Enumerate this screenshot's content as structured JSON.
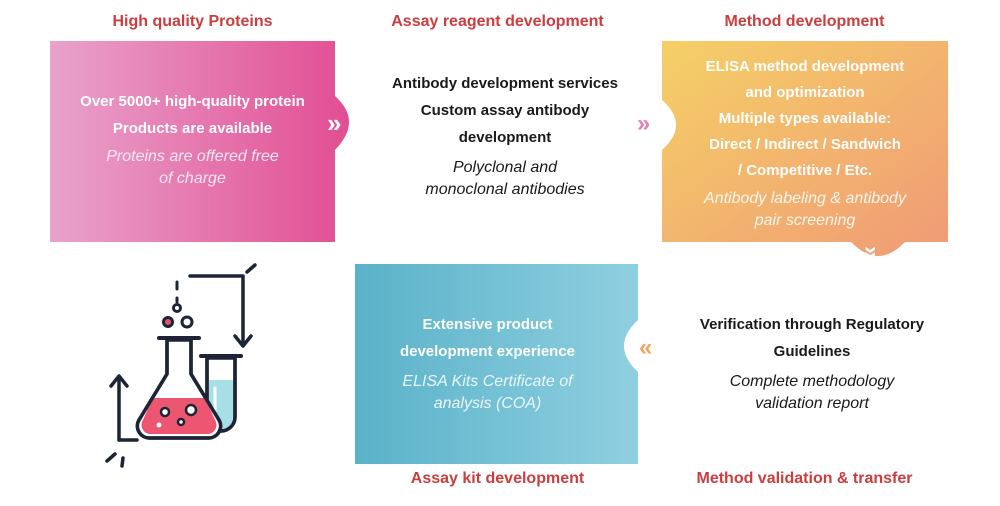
{
  "steps": {
    "protein": {
      "heading": "High quality Proteins",
      "lines": [
        "Over 5000+ high-quality protein",
        "Products  are available"
      ],
      "italic": [
        "Proteins are offered free",
        "of charge"
      ]
    },
    "reagent": {
      "heading": "Assay reagent development",
      "lines": [
        "Antibody development services",
        "Custom assay antibody",
        "development"
      ],
      "italic": [
        "Polyclonal and",
        "monoclonal antibodies"
      ]
    },
    "method": {
      "heading": "Method development",
      "lines": [
        "ELISA method development",
        "and optimization",
        "Multiple types available:",
        "Direct / Indirect / Sandwich",
        "/ Competitive / Etc."
      ],
      "italic": [
        "Antibody labeling & antibody",
        "pair screening"
      ]
    },
    "kit": {
      "heading": "Assay kit development",
      "lines": [
        "Extensive product",
        "development experience"
      ],
      "italic": [
        "ELISA Kits Certificate of",
        "analysis (COA)"
      ]
    },
    "validation": {
      "heading": "Method validation & transfer",
      "lines": [
        "Verification through Regulatory",
        "Guidelines"
      ],
      "italic": [
        "Complete methodology",
        "validation report"
      ]
    }
  },
  "arrows": {
    "right": "»",
    "down": "»",
    "left": "«"
  },
  "colors": {
    "heading": "#cc3d3d",
    "protein_start": "#e9a2cc",
    "protein_end": "#e24e93",
    "method_start": "#f5d066",
    "method_end": "#f09a76",
    "kit_start": "#8fcfe0",
    "kit_end": "#5ab2c9"
  },
  "icons": [
    "flask-icon",
    "test-tube-icon",
    "cycle-arrow-icon"
  ]
}
